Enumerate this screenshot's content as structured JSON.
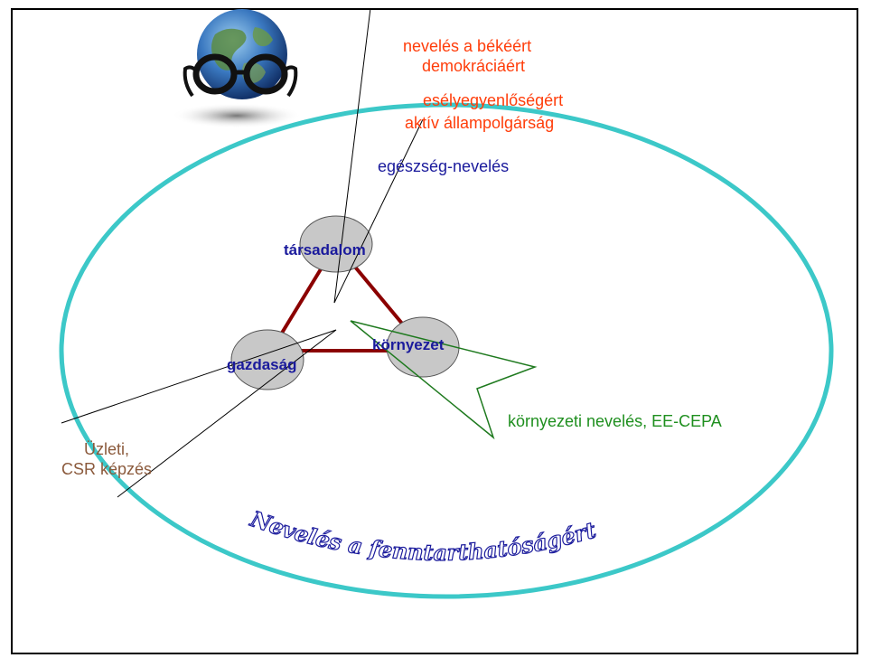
{
  "labels": {
    "peace": "nevelés a békéért",
    "democracy": "demokráciáért",
    "equality": "esélyegyenlőségért",
    "citizenship": "aktív állampolgárság",
    "health": "egészség-nevelés",
    "env_education": "környezeti nevelés, EE-CEPA",
    "business_line1": "Üzleti,",
    "business_line2": "CSR képzés",
    "esd_title": "Nevelés a fenntarthatóságért - ESD"
  },
  "nodes": {
    "society": "társadalom",
    "economy": "gazdaság",
    "environment": "környezet"
  },
  "colors": {
    "ring": "#3cc8c8",
    "triangle": "#8b0000",
    "node_fill": "#c8c8c8",
    "callout_green": "#1f7a1f",
    "orange_text": "#ff3d0a",
    "navy_text": "#1a1a9c"
  },
  "icons": {
    "globe": "globe-with-glasses-icon"
  }
}
